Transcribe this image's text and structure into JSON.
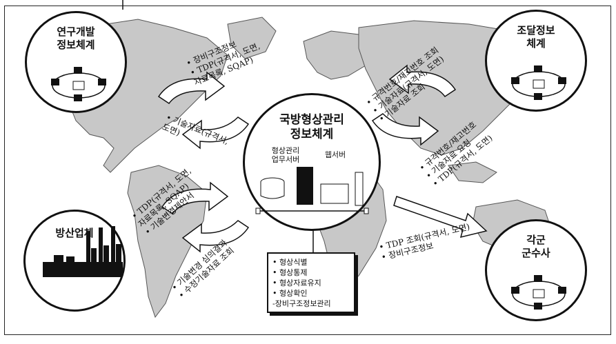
{
  "center": {
    "title_line1": "국방형상관리",
    "title_line2": "정보체계",
    "server1_line1": "형상관리",
    "server1_line2": "업무서버",
    "server2": "웹서버"
  },
  "rnd": {
    "line1": "연구개발",
    "line2": "정보체계"
  },
  "procurement": {
    "line1": "조달정보",
    "line2": "체계"
  },
  "industry": {
    "line1": "방산업체"
  },
  "military": {
    "line1": "각군",
    "line2": "군수사"
  },
  "labels": {
    "rnd_to_center": [
      "• 장비구조정보",
      "• TDP(규격서, 도면,",
      "  자료목록, SQAP)"
    ],
    "center_to_rnd": [
      "• 기술자료(규격서,",
      "  도면)"
    ],
    "industry_to_center": [
      "• TDP(규격서, 도면,",
      "  자료목록, SQAP)",
      "• 기술변경제안서"
    ],
    "center_to_industry": [
      "• 기술변경 심의결과",
      "• 수정기술자료 조회"
    ],
    "procurement_to_center": [
      "• 규격번호/재고번호 조회",
      "• 기술자료(규격서, 도면)",
      "• 기술자료 조회"
    ],
    "center_to_procurement": [
      "• 규격번호/재고번호",
      "• 기술자료 요청",
      "• TDP(규격서, 도면)"
    ],
    "center_to_military": [
      "• TDP 조회(규격서, 도면)",
      "• 장비구조정보"
    ]
  },
  "functions": [
    "• 형상식별",
    "• 형상통제",
    "• 형상자료유지",
    "• 형상확인",
    "-장비구조정보관리"
  ]
}
